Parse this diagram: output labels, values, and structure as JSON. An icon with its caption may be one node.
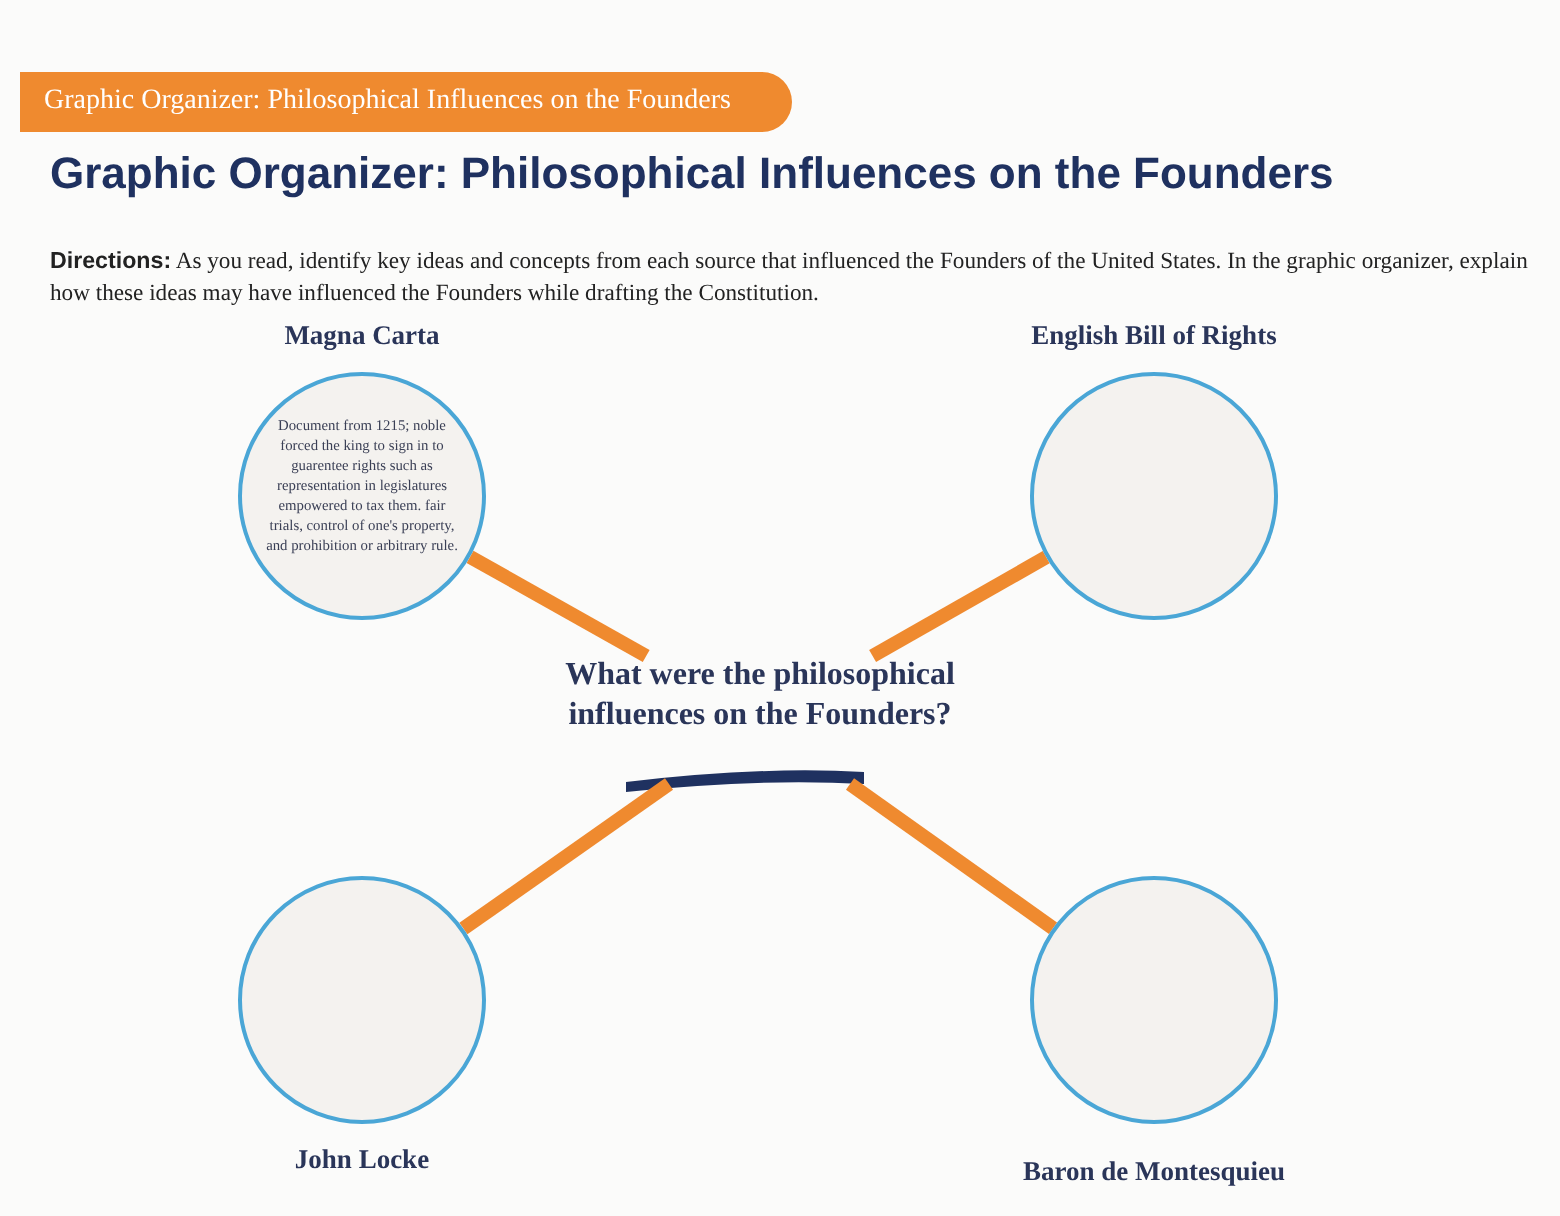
{
  "diagram": {
    "title": "Graphic Organizer: Philosophical Influences on the Founders",
    "nodes": [
      {
        "text": [
          "Magna Carta",
          "Document from 1215; noble forced the king to sign in to guarentee rights such as representation in legislatures empowered to tax them. fair trials, control of one's property, and prohibition or arbitrary rule."
        ]
      },
      {
        "text": [
          "English Bill of Rights"
        ]
      },
      {
        "text": [
          "What were the philosophical influences on the Founders?"
        ]
      },
      {
        "text": [
          "John Locke"
        ]
      },
      {
        "text": [
          "Baron de Montesquieu"
        ]
      }
    ],
    "edges": [
      {
        "from": 2,
        "to": 0,
        "arrow": "none"
      },
      {
        "from": 2,
        "to": 1,
        "arrow": "none"
      },
      {
        "from": 2,
        "to": 3,
        "arrow": "none"
      },
      {
        "from": 2,
        "to": 4,
        "arrow": "none"
      }
    ],
    "labels": [
      "Graphic Organizer: Philosophical Influences on the Founders",
      "**Directions:** As you read, identify key ideas and concepts from each source that influenced the Founders of the United States.  In the graphic organizer, explain how these ideas may have influenced the Founders while drafting the Constitution."
    ]
  }
}
